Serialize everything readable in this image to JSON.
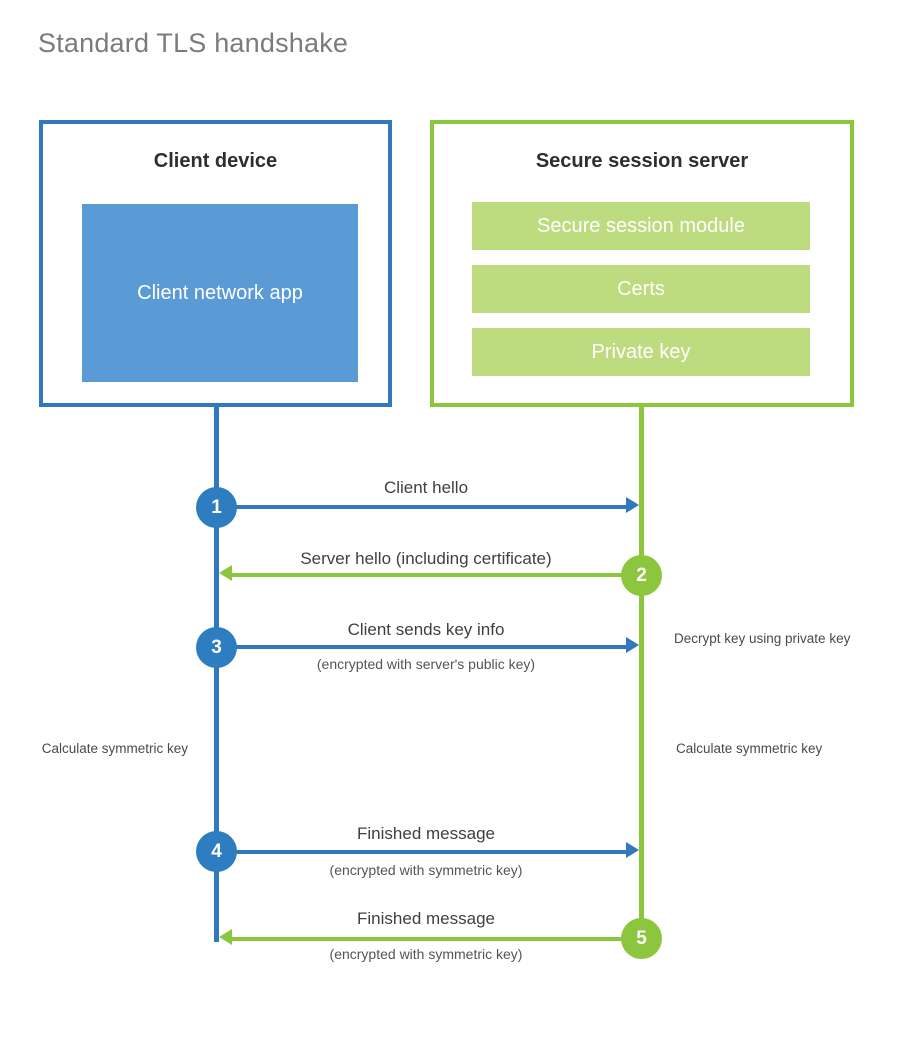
{
  "page": {
    "title": "Standard TLS handshake"
  },
  "colors": {
    "client_accent": "#3178be",
    "client_fill": "#5b9bd5",
    "client_circle": "#2e7dc0",
    "server_accent": "#8cc63f",
    "server_fill": "#bddb7f",
    "title_text": "#7b7b7b",
    "body_text": "#404040",
    "background": "#ffffff"
  },
  "client": {
    "title": "Client device",
    "app_label": "Client network app"
  },
  "server": {
    "title": "Secure session server",
    "components": [
      {
        "label": "Secure session module"
      },
      {
        "label": "Certs"
      },
      {
        "label": "Private key"
      }
    ]
  },
  "steps": [
    {
      "number": "1",
      "side": "client",
      "direction": "client-to-server",
      "primary": "Client hello",
      "secondary": ""
    },
    {
      "number": "2",
      "side": "server",
      "direction": "server-to-client",
      "primary": "Server hello (including certificate)",
      "secondary": ""
    },
    {
      "number": "3",
      "side": "client",
      "direction": "client-to-server",
      "primary": "Client sends key info",
      "secondary": "(encrypted with server's public key)"
    },
    {
      "number": "4",
      "side": "client",
      "direction": "client-to-server",
      "primary": "Finished message",
      "secondary": "(encrypted with symmetric key)"
    },
    {
      "number": "5",
      "side": "server",
      "direction": "server-to-client",
      "primary": "Finished message",
      "secondary": "(encrypted with symmetric key)"
    }
  ],
  "notes": {
    "decrypt_key": "Decrypt key using private key",
    "calculate_symmetric_key_client": "Calculate symmetric key",
    "calculate_symmetric_key_server": "Calculate symmetric key"
  }
}
